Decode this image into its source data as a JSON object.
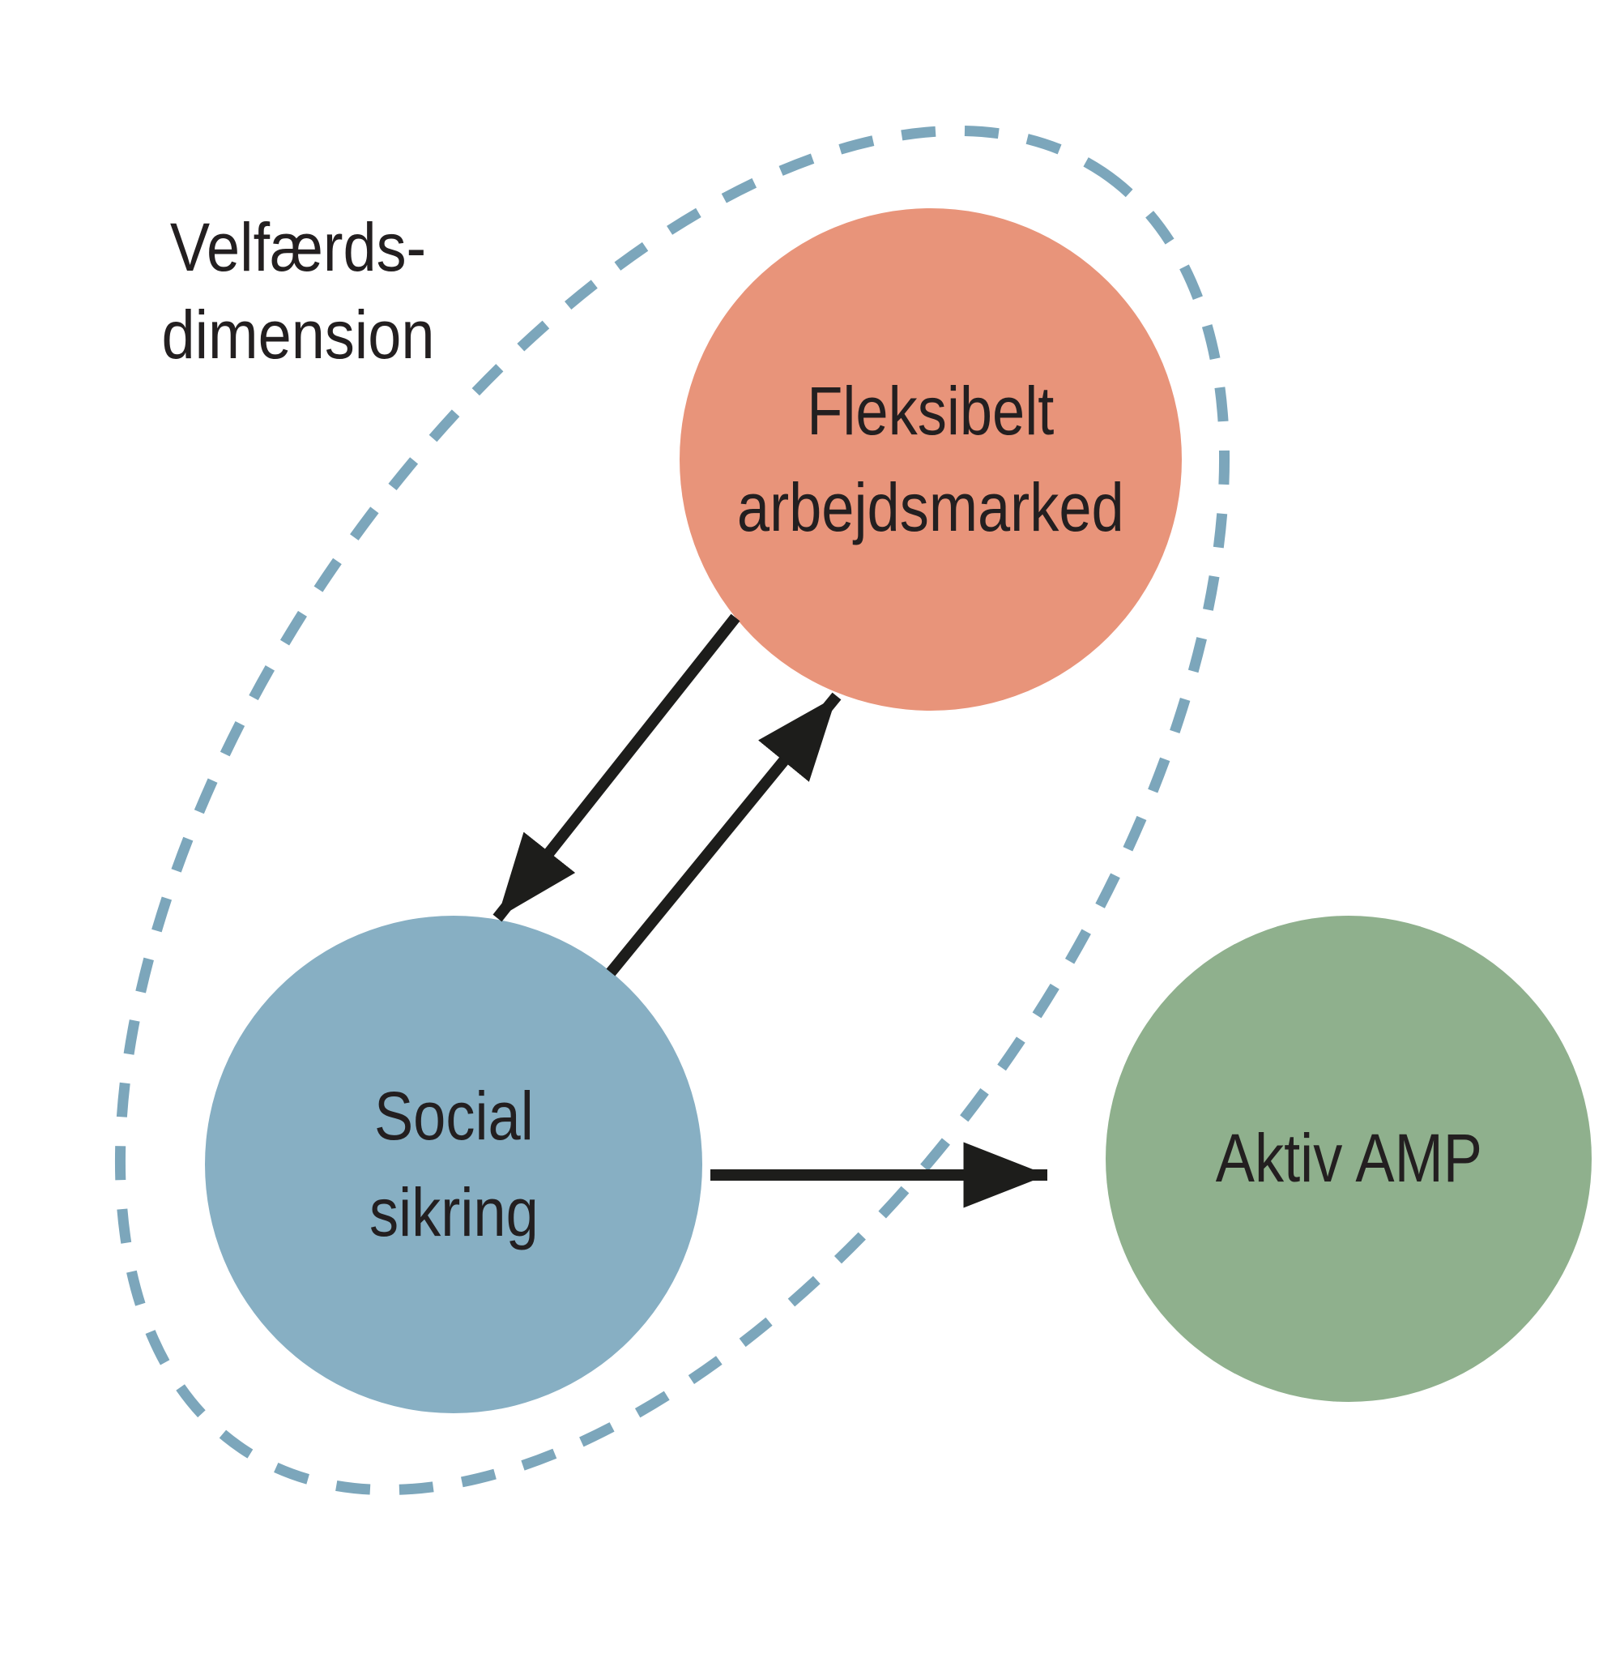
{
  "diagram": {
    "outer_group": {
      "label_lines": [
        "Velfærds-",
        "dimension"
      ],
      "border_color": "#7ca6bb",
      "border_style": "dashed"
    },
    "nodes": [
      {
        "id": "fleksibelt-arbejdsmarked",
        "lines": [
          "Fleksibelt",
          "arbejdsmarked"
        ],
        "color": "#e8947a"
      },
      {
        "id": "social-sikring",
        "lines": [
          "Social",
          "sikring"
        ],
        "color": "#87afc3"
      },
      {
        "id": "aktiv-amp",
        "lines": [
          "Aktiv AMP"
        ],
        "color": "#8fb08d"
      }
    ],
    "arrows": [
      {
        "from": "fleksibelt-arbejdsmarked",
        "to": "social-sikring",
        "direction": "one-way"
      },
      {
        "from": "social-sikring",
        "to": "fleksibelt-arbejdsmarked",
        "direction": "one-way"
      },
      {
        "from": "social-sikring",
        "to": "aktiv-amp",
        "direction": "one-way"
      }
    ],
    "arrow_color": "#1d1d1b",
    "text_color": "#231f20",
    "background": "#ffffff"
  }
}
